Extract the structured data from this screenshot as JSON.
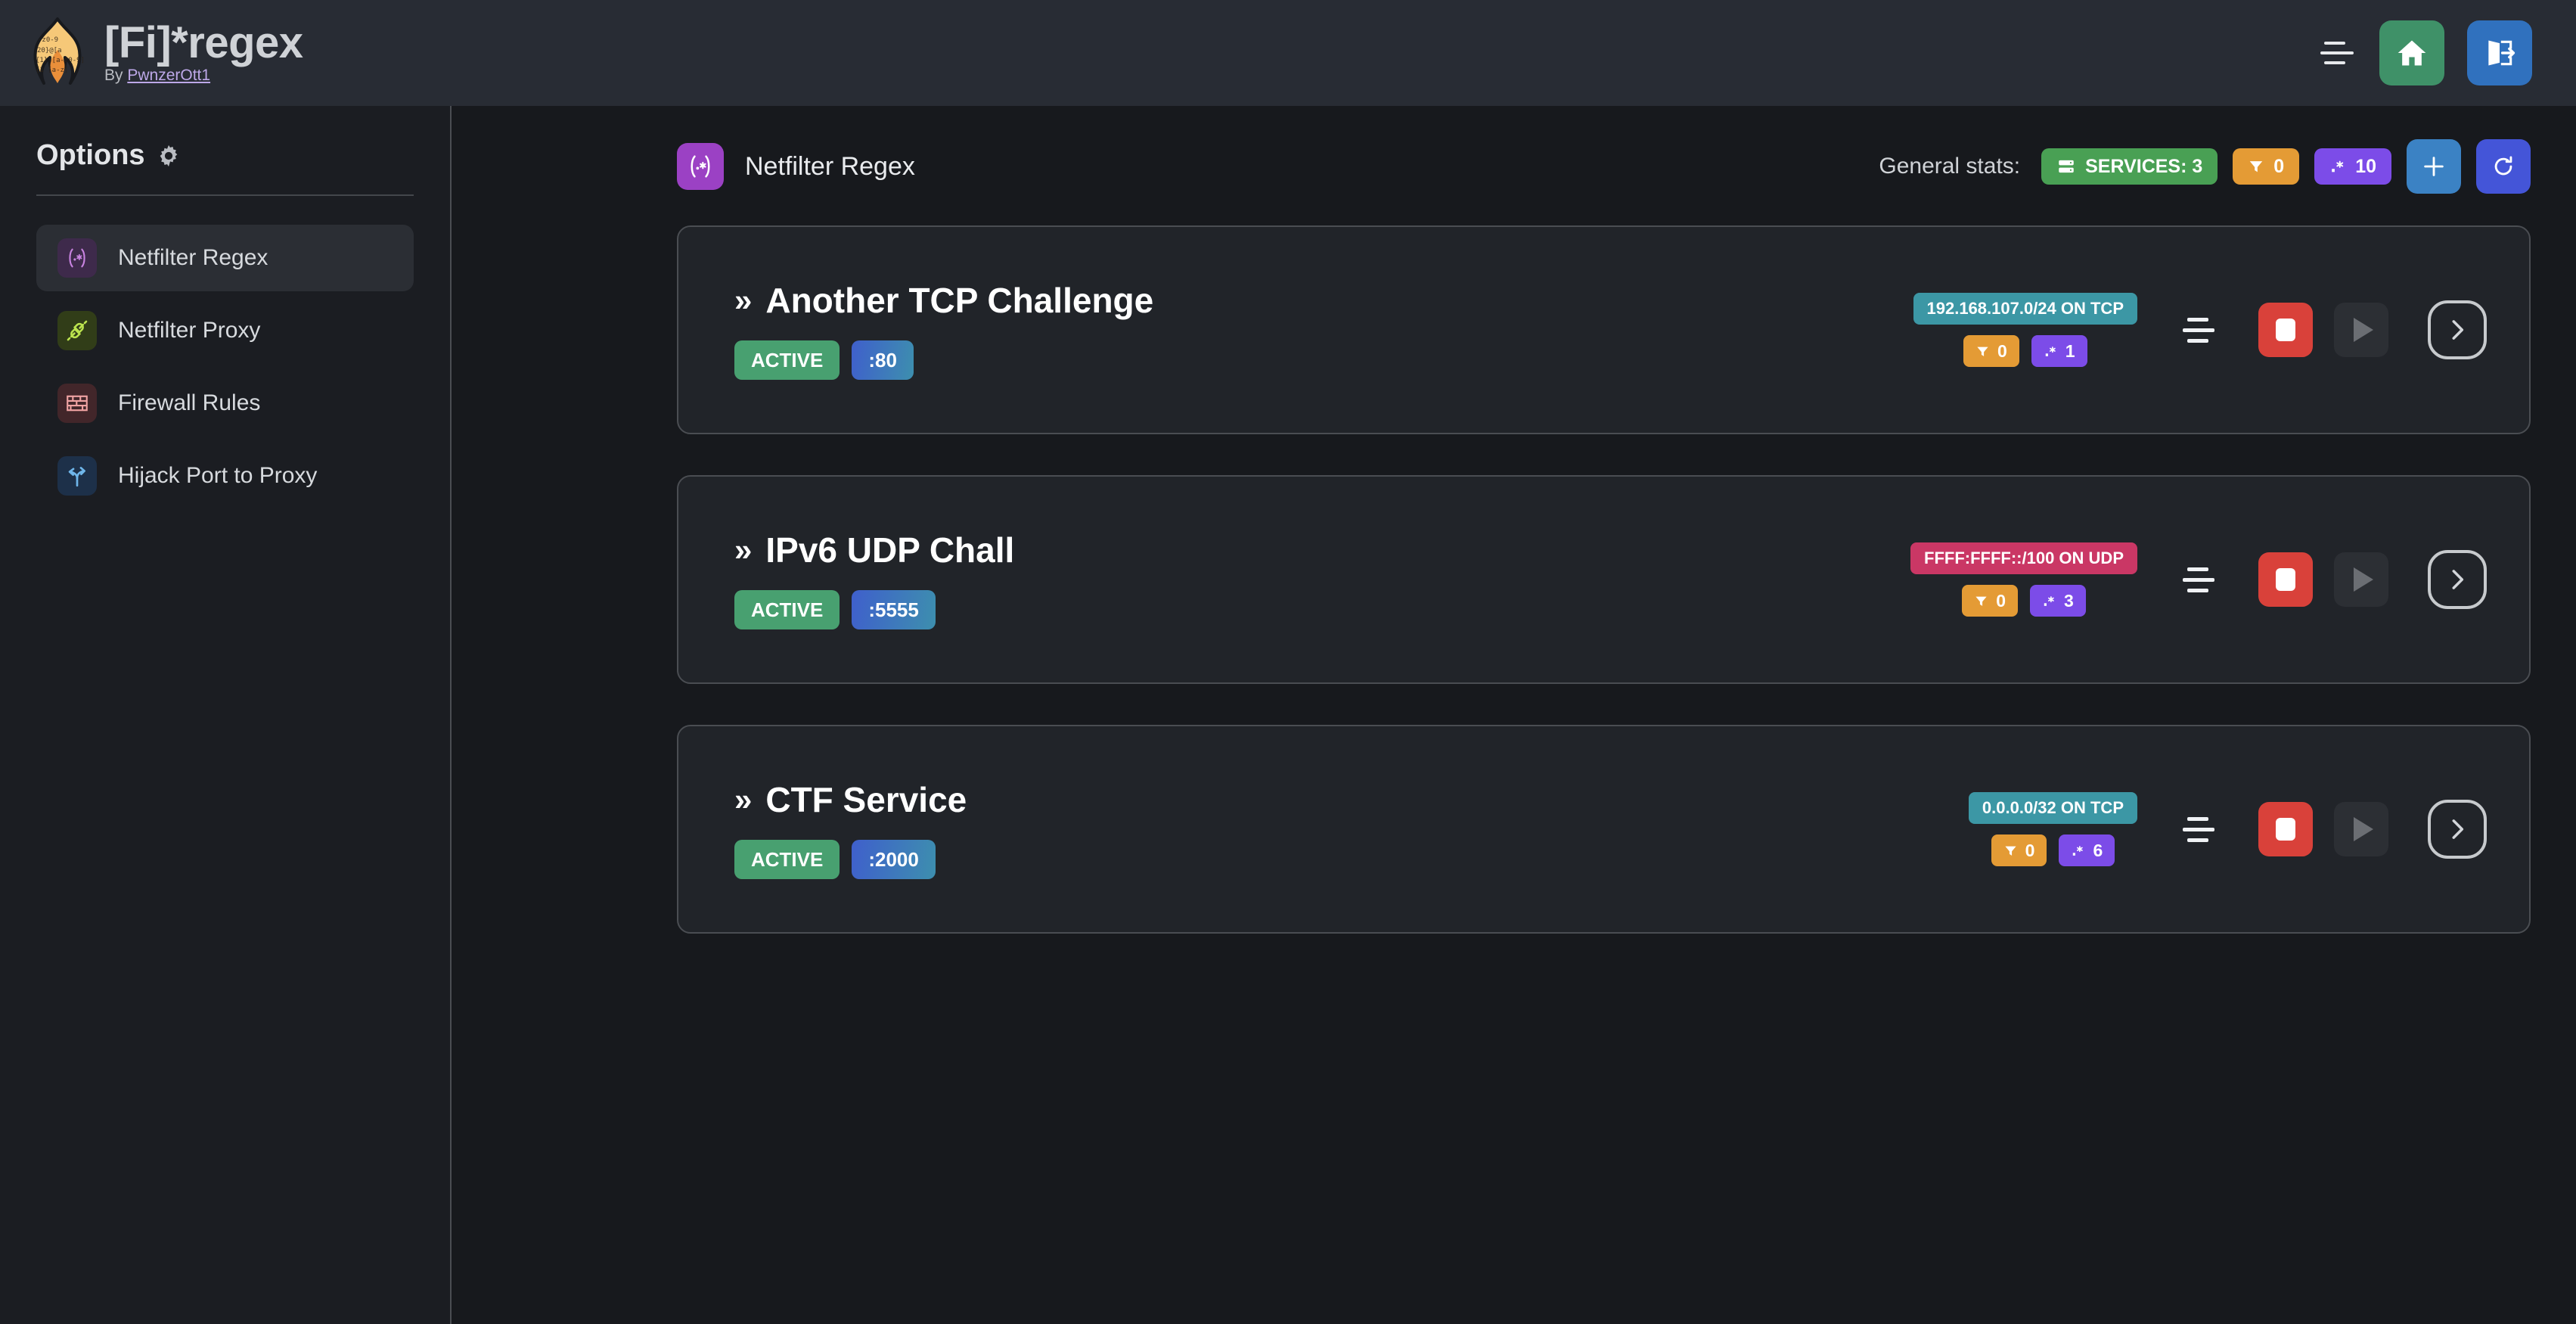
{
  "header": {
    "title": "[Fi]*regex",
    "by_prefix": "By ",
    "author": "PwnzerOtt1",
    "logo_icon": "flame-regex-logo",
    "menu_icon": "hamburger-icon",
    "home_icon": "home-icon",
    "logout_icon": "logout-icon"
  },
  "sidebar": {
    "title": "Options",
    "title_icon": "gear-icon",
    "items": [
      {
        "label": "Netfilter Regex",
        "icon": "regex-icon",
        "active": true
      },
      {
        "label": "Netfilter Proxy",
        "icon": "plug-icon",
        "active": false
      },
      {
        "label": "Firewall Rules",
        "icon": "brick-wall-icon",
        "active": false
      },
      {
        "label": "Hijack Port to Proxy",
        "icon": "fork-arrow-icon",
        "active": false
      }
    ]
  },
  "main": {
    "page_title": "Netfilter Regex",
    "page_icon": "regex-icon",
    "stats_label": "General stats:",
    "stats": [
      {
        "name": "services",
        "icon": "server-icon",
        "label": "SERVICES: 3",
        "color": "#49a054"
      },
      {
        "name": "filters",
        "icon": "funnel-icon",
        "label": "0",
        "color": "#e49b35"
      },
      {
        "name": "regex",
        "icon": "regex-glyph",
        "label": "10",
        "color": "#7c4ce8"
      }
    ],
    "add_button": {
      "icon": "plus-icon",
      "color": "#3b82c4"
    },
    "refresh_button": {
      "icon": "refresh-icon",
      "color": "#4455d8"
    },
    "services": [
      {
        "name": "Another TCP Challenge",
        "status": "ACTIVE",
        "port": ":80",
        "network": "192.168.107.0/24 ON TCP",
        "network_kind": "tcp",
        "filters": "0",
        "regex": "1",
        "sort_icon": "sort-lines-icon",
        "stop_icon": "stop-icon",
        "play_icon": "play-icon",
        "detail_icon": "chevron-right-icon"
      },
      {
        "name": "IPv6 UDP Chall",
        "status": "ACTIVE",
        "port": ":5555",
        "network": "FFFF:FFFF::/100 ON UDP",
        "network_kind": "udp",
        "filters": "0",
        "regex": "3",
        "sort_icon": "sort-lines-icon",
        "stop_icon": "stop-icon",
        "play_icon": "play-icon",
        "detail_icon": "chevron-right-icon"
      },
      {
        "name": "CTF Service",
        "status": "ACTIVE",
        "port": ":2000",
        "network": "0.0.0.0/32 ON TCP",
        "network_kind": "tcp",
        "filters": "0",
        "regex": "6",
        "sort_icon": "sort-lines-icon",
        "stop_icon": "stop-icon",
        "play_icon": "play-icon",
        "detail_icon": "chevron-right-icon"
      }
    ],
    "chevron_glyph": "»"
  },
  "colors": {
    "page_bg": "#17191d",
    "topbar_bg": "#282c34",
    "sidebar_bg": "#1b1d22",
    "card_bg": "#212429",
    "card_border": "#4a4d52",
    "accent_green": "#3f9168",
    "accent_blue": "#3071be",
    "accent_purple": "#9b41c4",
    "stop_red": "#d9413a",
    "tcp_teal": "#3c97a5",
    "udp_pink": "#ca3765"
  }
}
